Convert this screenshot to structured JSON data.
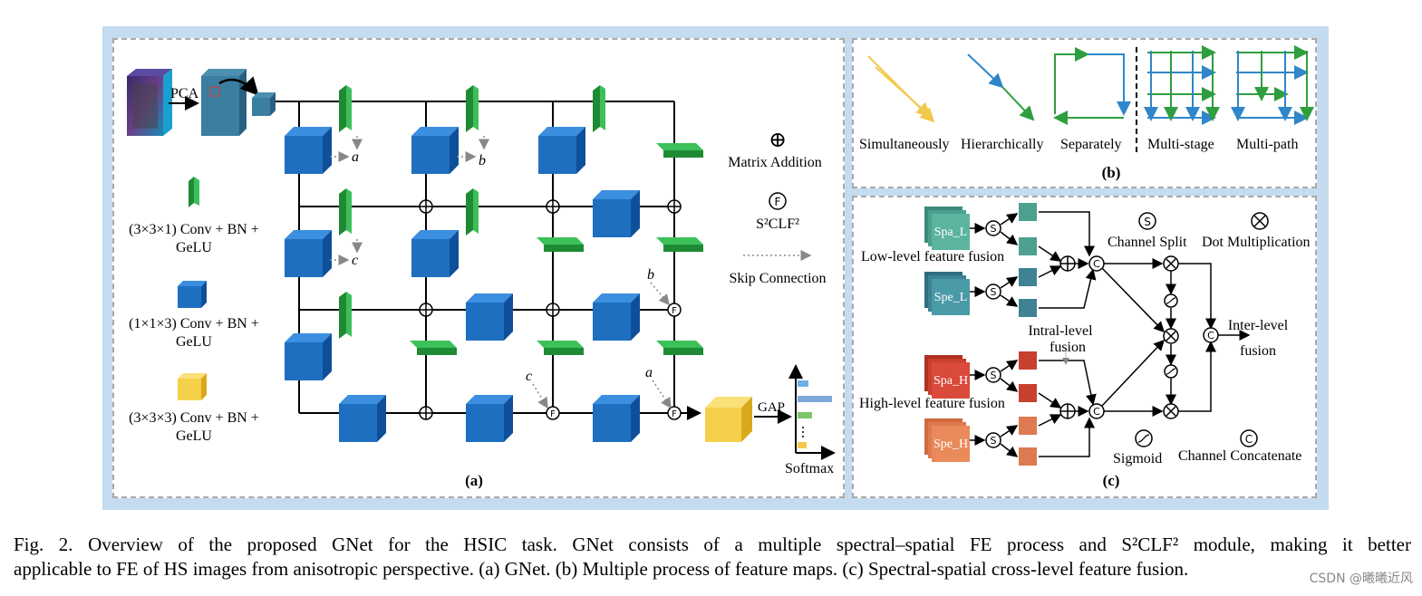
{
  "panel_a": {
    "pca": "PCA",
    "skip_a": "a",
    "skip_b": "b",
    "skip_c": "c",
    "legend_conv_green": "(3×3×1) Conv + BN +",
    "legend_conv_green_2": "GeLU",
    "legend_conv_blue": "(1×1×3) Conv + BN +",
    "legend_conv_blue_2": "GeLU",
    "legend_conv_yellow": "(3×3×3) Conv + BN +",
    "legend_conv_yellow_2": "GeLU",
    "plus_symbol": "⊕",
    "matrix_addition": "Matrix Addition",
    "f_symbol": "F",
    "s2clf2": "S²CLF²",
    "skip_connection": "Skip Connection",
    "gap": "GAP",
    "softmax": "Softmax",
    "label": "(a)"
  },
  "panel_b": {
    "simultaneously": "Simultaneously",
    "hierarchically": "Hierarchically",
    "separately": "Separately",
    "multi_stage": "Multi-stage",
    "multi_path": "Multi-path",
    "label": "(b)"
  },
  "panel_c": {
    "spa_l": "Spa_L",
    "spe_l": "Spe_L",
    "spa_h": "Spa_H",
    "spe_h": "Spe_H",
    "s": "S",
    "c": "C",
    "low_level": "Low-level feature fusion",
    "high_level": "High-level feature fusion",
    "intra_level": "Intral-level",
    "intra_level_2": "fusion",
    "inter_level": "Inter-level",
    "inter_level_2": "fusion",
    "channel_split": "Channel Split",
    "dot_multiplication": "Dot Multiplication",
    "sigmoid": "Sigmoid",
    "channel_concatenate": "Channel Concatenate",
    "label": "(c)"
  },
  "caption": {
    "line1": "Fig. 2.   Overview of the proposed GNet for the HSIC task. GNet consists of a multiple spectral–spatial FE process and S²CLF² module, making it better",
    "line2": "applicable to FE of HS images from anisotropic perspective. (a) GNet. (b) Multiple process of feature maps. (c) Spectral-spatial cross-level feature fusion."
  },
  "watermark": "CSDN @曦曦近风",
  "colors": {
    "frame": "#c5dbef",
    "green": "#2e9e3e",
    "blue": "#1f6fc1",
    "yellow": "#f5d04a",
    "teal": "#4a9aa8",
    "red": "#d94a3a",
    "orange": "#e98a5a"
  }
}
